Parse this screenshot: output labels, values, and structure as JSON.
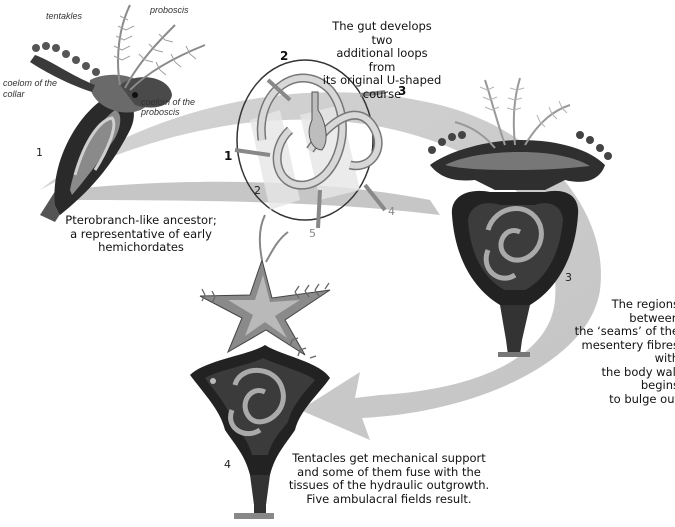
{
  "labels": {
    "tentakles": "tentakles",
    "proboscis": "proboscis",
    "coelom_collar_1": "coelom  of the",
    "coelom_collar_2": "collar",
    "coelom_proboscis_1": "coelom  of the",
    "coelom_proboscis_2": "proboscis"
  },
  "captions": {
    "gut_1": "The gut develops two",
    "gut_2": "additional loops from",
    "gut_3": "its original U-shaped",
    "gut_4": "course",
    "ancestor_1": "Pterobranch-like ancestor;",
    "ancestor_2": "a representative of early",
    "ancestor_3": "hemichordates",
    "regions_1": "The regions between",
    "regions_2": "the ‘seams’ of the",
    "regions_3": "mesentery fibres with",
    "regions_4": "the body wall begins",
    "regions_5": "to bulge out",
    "tentacles_1": "Tentacles get mechanical support",
    "tentacles_2": "and some of them fuse with the",
    "tentacles_3": "tissues of the hydraulic outgrowth.",
    "tentacles_4": "Five ambulacral fields result."
  },
  "stage_numbers": {
    "s1": "1",
    "s2": "2",
    "s3": "3",
    "s4": "4"
  },
  "loop_numbers": {
    "l1": "1",
    "l2": "2",
    "l3": "3",
    "l4": "4",
    "l5": "5"
  }
}
